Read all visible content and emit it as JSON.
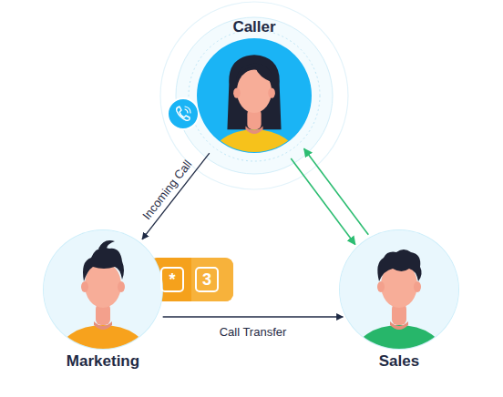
{
  "diagram": {
    "nodes": [
      {
        "text": [
          "Caller"
        ]
      },
      {
        "text": [
          "Marketing"
        ]
      },
      {
        "text": [
          "Sales"
        ]
      }
    ],
    "edges": [
      {
        "from": 0,
        "to": 1,
        "label": "Incoming Call",
        "arrow": "to"
      },
      {
        "from": 1,
        "to": 2,
        "label": "Call Transfer",
        "arrow": "to"
      },
      {
        "from": 0,
        "to": 2,
        "arrow": "to"
      },
      {
        "from": 2,
        "to": 0,
        "arrow": "to"
      }
    ],
    "labels": [
      "*",
      "3"
    ]
  }
}
